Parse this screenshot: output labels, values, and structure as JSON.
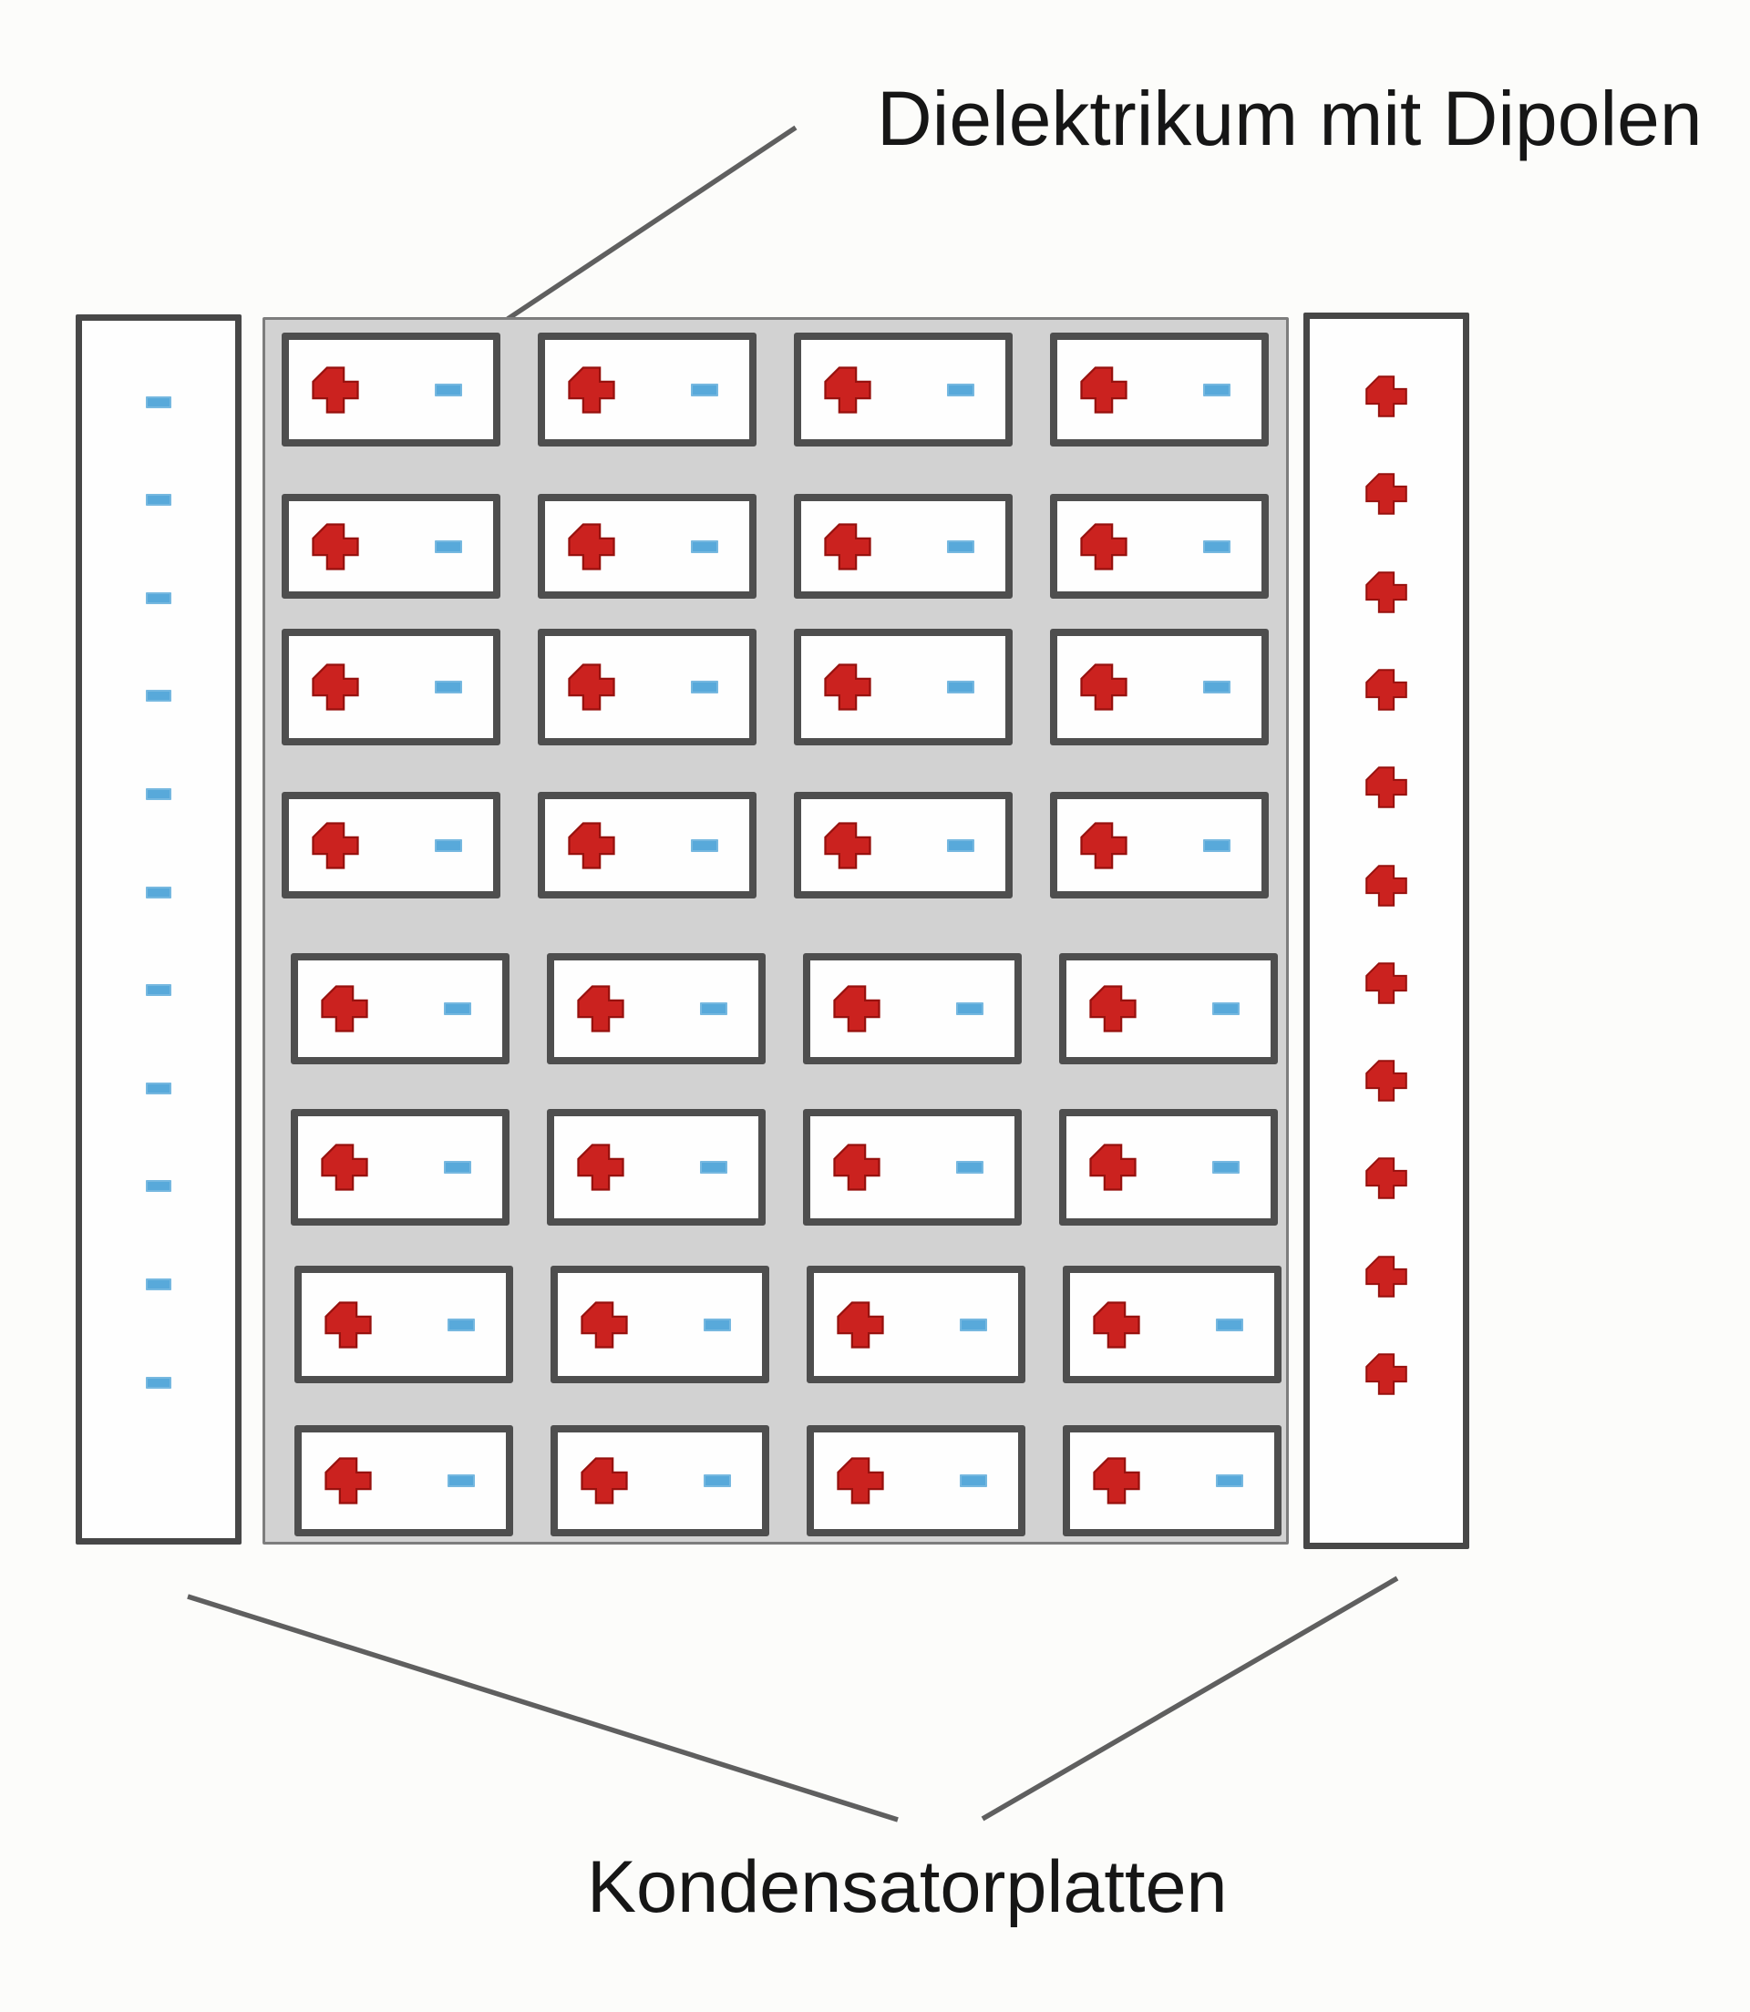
{
  "labels": {
    "dielectric_label": "Dielektrikum mit Dipolen",
    "plates_label": "Kondensatorplatten"
  },
  "left_plate": {
    "charge": "negative",
    "symbol": "-",
    "symbol_count": 11
  },
  "right_plate": {
    "charge": "positive",
    "symbol": "+",
    "symbol_count": 11
  },
  "dielectric": {
    "rows": 8,
    "cols": 4,
    "dipole": {
      "left_symbol": "+",
      "right_symbol": "-"
    }
  },
  "icons": {
    "positive-charge-icon": "+",
    "negative-charge-icon": "-"
  },
  "colors": {
    "positive_red": "#cb221f",
    "positive_red_dark": "#97110e",
    "negative_blue": "#58a9da",
    "plate_border": "#474747",
    "dipole_border": "#4e4e4e",
    "dielectric_fill": "#d2d2d2",
    "pointer_line": "#5f5f5f",
    "text": "#161616"
  }
}
